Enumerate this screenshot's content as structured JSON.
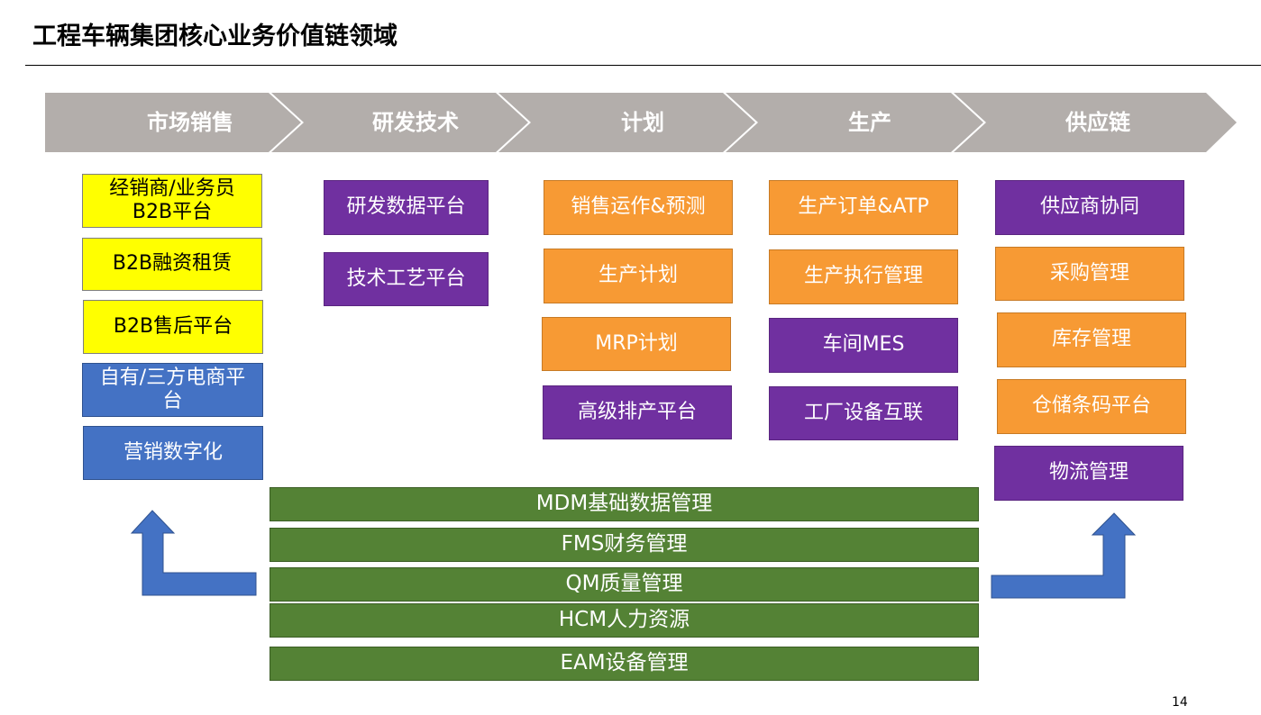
{
  "title": "工程车辆集团核心业务价值链领域",
  "stages": [
    "市场销售",
    "研发技术",
    "计划",
    "生产",
    "供应链"
  ],
  "columns": {
    "market": [
      "经销商/业务员\nB2B平台",
      "B2B融资租赁",
      "B2B售后平台",
      "自有/三方电商平\n台",
      "营销数字化"
    ],
    "rnd": [
      "研发数据平台",
      "技术工艺平台"
    ],
    "plan": [
      "销售运作&预测",
      "生产计划",
      "MRP计划",
      "高级排产平台"
    ],
    "production": [
      "生产订单&ATP",
      "生产执行管理",
      "车间MES",
      "工厂设备互联"
    ],
    "supply": [
      "供应商协同",
      "采购管理",
      "库存管理",
      "仓储条码平台",
      "物流管理"
    ]
  },
  "foundation": [
    "MDM基础数据管理",
    "FMS财务管理",
    "QM质量管理",
    "HCM人力资源",
    "EAM设备管理"
  ],
  "colors": {
    "chevron": "#b3aeab",
    "yellow": "#ffff00",
    "blue": "#4472c4",
    "purple": "#7030a0",
    "orange": "#f79a34",
    "green": "#548235"
  },
  "page_number": "14"
}
